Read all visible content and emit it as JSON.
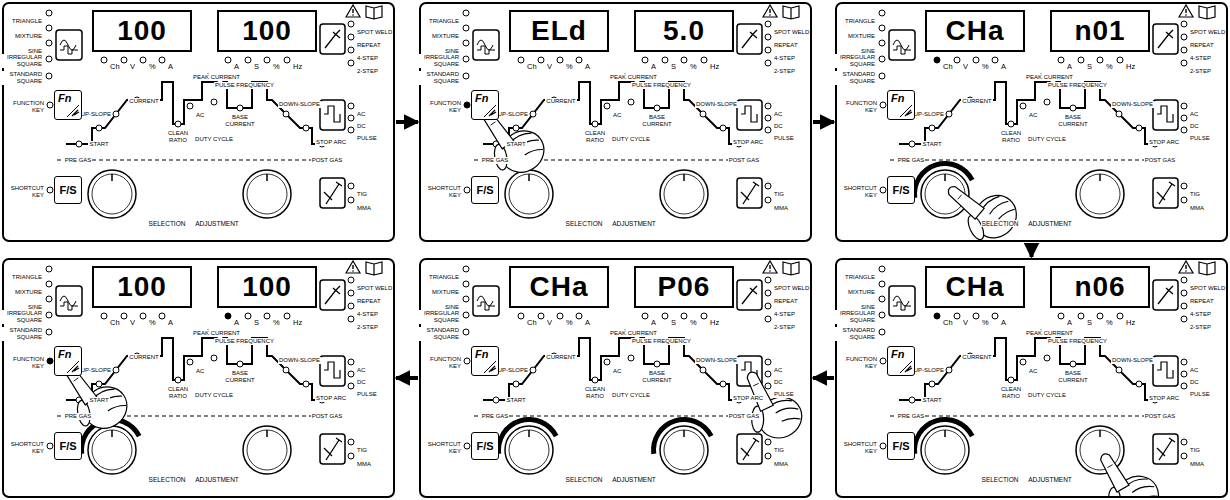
{
  "diagram": {
    "nodes": [
      {
        "text": [
          "TRIANGLE",
          "MIXTURE",
          "SINE",
          "IRREGULAR SQUARE",
          "STANDARD SQUARE",
          "FUNCTION KEY",
          "SHORTCUT KEY",
          "Ch",
          "V",
          "%",
          "A",
          "A",
          "S",
          "%",
          "Hz",
          "PEAK CURRENT",
          "PULSE FREQUENCY",
          "CURRENT",
          "UP-SLOPE",
          "START",
          "PRE GAS",
          "CLEAN RATIO",
          "AC",
          "DUTY CYCLE",
          "BASE CURRENT",
          "DOWN-SLOPE",
          "STOP ARC",
          "POST GAS",
          "SELECTION",
          "ADJUSTMENT",
          "SPOT WELD",
          "REPEAT",
          "4-STEP",
          "2-STEP",
          "AC",
          "DC",
          "PULSE",
          "TIG",
          "MMA"
        ]
      },
      {
        "text": [
          "100"
        ],
        "in": 0
      },
      {
        "text": [
          "100"
        ],
        "in": 0
      },
      {
        "text": [
          "Fn"
        ],
        "in": 0
      },
      {
        "text": [
          "F/S"
        ],
        "in": 0
      },
      {
        "text": [
          "TRIANGLE",
          "MIXTURE",
          "SINE",
          "IRREGULAR SQUARE",
          "STANDARD SQUARE",
          "FUNCTION KEY",
          "SHORTCUT KEY",
          "Ch",
          "V",
          "%",
          "A",
          "A",
          "S",
          "%",
          "Hz",
          "PEAK CURRENT",
          "PULSE FREQUENCY",
          "CURRENT",
          "UP-SLOPE",
          "START",
          "PRE GAS",
          "CLEAN RATIO",
          "AC",
          "DUTY CYCLE",
          "BASE CURRENT",
          "DOWN-SLOPE",
          "STOP ARC",
          "POST GAS",
          "SELECTION",
          "ADJUSTMENT",
          "SPOT WELD",
          "REPEAT",
          "4-STEP",
          "2-STEP",
          "AC",
          "DC",
          "PULSE",
          "TIG",
          "MMA"
        ]
      },
      {
        "text": [
          "ELd"
        ],
        "in": 5
      },
      {
        "text": [
          "5.0"
        ],
        "in": 5
      },
      {
        "text": [
          "Fn"
        ],
        "in": 5
      },
      {
        "text": [
          "F/S"
        ],
        "in": 5
      },
      {
        "text": [
          "TRIANGLE",
          "MIXTURE",
          "SINE",
          "IRREGULAR SQUARE",
          "STANDARD SQUARE",
          "FUNCTION KEY",
          "SHORTCUT KEY",
          "Ch",
          "V",
          "%",
          "A",
          "A",
          "S",
          "%",
          "Hz",
          "PEAK CURRENT",
          "PULSE FREQUENCY",
          "CURRENT",
          "UP-SLOPE",
          "START",
          "PRE GAS",
          "CLEAN RATIO",
          "AC",
          "DUTY CYCLE",
          "BASE CURRENT",
          "DOWN-SLOPE",
          "STOP ARC",
          "POST GAS",
          "SELECTION",
          "ADJUSTMENT",
          "SPOT WELD",
          "REPEAT",
          "4-STEP",
          "2-STEP",
          "AC",
          "DC",
          "PULSE",
          "TIG",
          "MMA"
        ]
      },
      {
        "text": [
          "CHa"
        ],
        "in": 10
      },
      {
        "text": [
          "n01"
        ],
        "in": 10
      },
      {
        "text": [
          "Fn"
        ],
        "in": 10
      },
      {
        "text": [
          "F/S"
        ],
        "in": 10
      },
      {
        "text": [
          "TRIANGLE",
          "MIXTURE",
          "SINE",
          "IRREGULAR SQUARE",
          "STANDARD SQUARE",
          "FUNCTION KEY",
          "SHORTCUT KEY",
          "Ch",
          "V",
          "%",
          "A",
          "A",
          "S",
          "%",
          "Hz",
          "PEAK CURRENT",
          "PULSE FREQUENCY",
          "CURRENT",
          "UP-SLOPE",
          "START",
          "PRE GAS",
          "CLEAN RATIO",
          "AC",
          "DUTY CYCLE",
          "BASE CURRENT",
          "DOWN-SLOPE",
          "STOP ARC",
          "POST GAS",
          "SELECTION",
          "ADJUSTMENT",
          "SPOT WELD",
          "REPEAT",
          "4-STEP",
          "2-STEP",
          "AC",
          "DC",
          "PULSE",
          "TIG",
          "MMA"
        ]
      },
      {
        "text": [
          "100"
        ],
        "in": 15
      },
      {
        "text": [
          "100"
        ],
        "in": 15
      },
      {
        "text": [
          "Fn"
        ],
        "in": 15
      },
      {
        "text": [
          "F/S"
        ],
        "in": 15
      },
      {
        "text": [
          "TRIANGLE",
          "MIXTURE",
          "SINE",
          "IRREGULAR SQUARE",
          "STANDARD SQUARE",
          "FUNCTION KEY",
          "SHORTCUT KEY",
          "Ch",
          "V",
          "%",
          "A",
          "A",
          "S",
          "%",
          "Hz",
          "PEAK CURRENT",
          "PULSE FREQUENCY",
          "CURRENT",
          "UP-SLOPE",
          "START",
          "PRE GAS",
          "CLEAN RATIO",
          "AC",
          "DUTY CYCLE",
          "BASE CURRENT",
          "DOWN-SLOPE",
          "STOP ARC",
          "POST GAS",
          "SELECTION",
          "ADJUSTMENT",
          "SPOT WELD",
          "REPEAT",
          "4-STEP",
          "2-STEP",
          "AC",
          "DC",
          "PULSE",
          "TIG",
          "MMA"
        ]
      },
      {
        "text": [
          "CHa"
        ],
        "in": 20
      },
      {
        "text": [
          "P06"
        ],
        "in": 20
      },
      {
        "text": [
          "Fn"
        ],
        "in": 20
      },
      {
        "text": [
          "F/S"
        ],
        "in": 20
      },
      {
        "text": [
          "TRIANGLE",
          "MIXTURE",
          "SINE",
          "IRREGULAR SQUARE",
          "STANDARD SQUARE",
          "FUNCTION KEY",
          "SHORTCUT KEY",
          "Ch",
          "V",
          "%",
          "A",
          "A",
          "S",
          "%",
          "Hz",
          "PEAK CURRENT",
          "PULSE FREQUENCY",
          "CURRENT",
          "UP-SLOPE",
          "START",
          "PRE GAS",
          "CLEAN RATIO",
          "AC",
          "DUTY CYCLE",
          "BASE CURRENT",
          "DOWN-SLOPE",
          "STOP ARC",
          "POST GAS",
          "SELECTION",
          "ADJUSTMENT",
          "SPOT WELD",
          "REPEAT",
          "4-STEP",
          "2-STEP",
          "AC",
          "DC",
          "PULSE",
          "TIG",
          "MMA"
        ]
      },
      {
        "text": [
          "CHa"
        ],
        "in": 25
      },
      {
        "text": [
          "n06"
        ],
        "in": 25
      },
      {
        "text": [
          "Fn"
        ],
        "in": 25
      },
      {
        "text": [
          "F/S"
        ],
        "in": 25
      }
    ],
    "edges": [
      {
        "from": 0,
        "to": 5,
        "arrow": "to"
      },
      {
        "from": 5,
        "to": 10,
        "arrow": "to"
      },
      {
        "from": 10,
        "to": 25,
        "arrow": "to"
      },
      {
        "from": 25,
        "to": 20,
        "arrow": "to"
      },
      {
        "from": 20,
        "to": 15,
        "arrow": "to"
      }
    ]
  }
}
